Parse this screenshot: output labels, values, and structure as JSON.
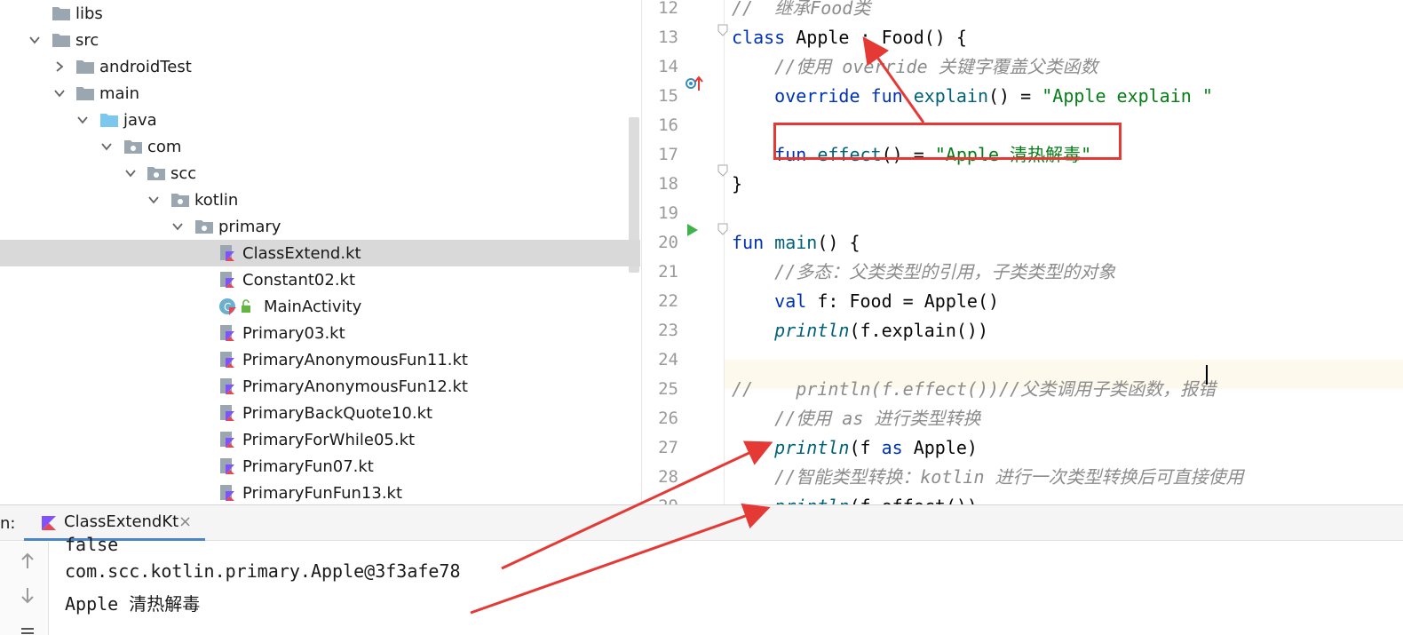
{
  "project_tree": {
    "items": [
      {
        "label": "libs",
        "type": "folder"
      },
      {
        "label": "src",
        "type": "folder"
      },
      {
        "label": "androidTest",
        "type": "folder"
      },
      {
        "label": "main",
        "type": "folder"
      },
      {
        "label": "java",
        "type": "source-folder"
      },
      {
        "label": "com",
        "type": "package"
      },
      {
        "label": "scc",
        "type": "package"
      },
      {
        "label": "kotlin",
        "type": "package"
      },
      {
        "label": "primary",
        "type": "package"
      },
      {
        "label": "ClassExtend.kt",
        "type": "kotlin-file"
      },
      {
        "label": "Constant02.kt",
        "type": "kotlin-file"
      },
      {
        "label": "MainActivity",
        "type": "kotlin-class"
      },
      {
        "label": "Primary03.kt",
        "type": "kotlin-file"
      },
      {
        "label": "PrimaryAnonymousFun11.kt",
        "type": "kotlin-file"
      },
      {
        "label": "PrimaryAnonymousFun12.kt",
        "type": "kotlin-file"
      },
      {
        "label": "PrimaryBackQuote10.kt",
        "type": "kotlin-file"
      },
      {
        "label": "PrimaryForWhile05.kt",
        "type": "kotlin-file"
      },
      {
        "label": "PrimaryFun07.kt",
        "type": "kotlin-file"
      },
      {
        "label": "PrimaryFunFun13.kt",
        "type": "kotlin-file"
      }
    ]
  },
  "editor": {
    "lines": [
      {
        "no": "12",
        "tokens": [
          {
            "t": "//  继承Food类",
            "c": "cm"
          }
        ]
      },
      {
        "no": "13",
        "tokens": [
          {
            "t": "class",
            "c": "kw"
          },
          {
            "t": " Apple : Food() {",
            "c": ""
          }
        ]
      },
      {
        "no": "14",
        "tokens": [
          {
            "t": "    //使用 override 关键字覆盖父类函数",
            "c": "cm"
          }
        ]
      },
      {
        "no": "15",
        "tokens": [
          {
            "t": "    ",
            "c": ""
          },
          {
            "t": "override",
            "c": "kw"
          },
          {
            "t": " ",
            "c": ""
          },
          {
            "t": "fun",
            "c": "kw"
          },
          {
            "t": " ",
            "c": ""
          },
          {
            "t": "explain",
            "c": "fn"
          },
          {
            "t": "() = ",
            "c": ""
          },
          {
            "t": "\"Apple explain \"",
            "c": "str"
          }
        ]
      },
      {
        "no": "16",
        "tokens": []
      },
      {
        "no": "17",
        "tokens": [
          {
            "t": "    ",
            "c": ""
          },
          {
            "t": "fun",
            "c": "kw"
          },
          {
            "t": " ",
            "c": ""
          },
          {
            "t": "effect",
            "c": "fn"
          },
          {
            "t": "() = ",
            "c": ""
          },
          {
            "t": "\"Apple 清热解毒\"",
            "c": "str"
          }
        ]
      },
      {
        "no": "18",
        "tokens": [
          {
            "t": "}",
            "c": ""
          }
        ]
      },
      {
        "no": "19",
        "tokens": []
      },
      {
        "no": "20",
        "tokens": [
          {
            "t": "fun",
            "c": "kw"
          },
          {
            "t": " ",
            "c": ""
          },
          {
            "t": "main",
            "c": "fn"
          },
          {
            "t": "() {",
            "c": ""
          }
        ]
      },
      {
        "no": "21",
        "tokens": [
          {
            "t": "    //多态：父类类型的引用，子类类型的对象",
            "c": "cm"
          }
        ]
      },
      {
        "no": "22",
        "tokens": [
          {
            "t": "    ",
            "c": ""
          },
          {
            "t": "val",
            "c": "kw"
          },
          {
            "t": " f: Food = Apple()",
            "c": ""
          }
        ]
      },
      {
        "no": "23",
        "tokens": [
          {
            "t": "    ",
            "c": ""
          },
          {
            "t": "println",
            "c": "fi"
          },
          {
            "t": "(f.explain())",
            "c": ""
          }
        ]
      },
      {
        "no": "24",
        "tokens": []
      },
      {
        "no": "25",
        "tokens": [
          {
            "t": "//    println(f.effect())//父类调用子类函数，报错",
            "c": "cm"
          }
        ]
      },
      {
        "no": "26",
        "tokens": [
          {
            "t": "    //使用 as 进行类型转换",
            "c": "cm"
          }
        ]
      },
      {
        "no": "27",
        "tokens": [
          {
            "t": "    ",
            "c": ""
          },
          {
            "t": "println",
            "c": "fi"
          },
          {
            "t": "(f ",
            "c": ""
          },
          {
            "t": "as",
            "c": "kw"
          },
          {
            "t": " Apple)",
            "c": ""
          }
        ]
      },
      {
        "no": "28",
        "tokens": [
          {
            "t": "    //智能类型转换：kotlin 进行一次类型转换后可直接使用",
            "c": "cm"
          }
        ]
      },
      {
        "no": "29",
        "tokens": [
          {
            "t": "    ",
            "c": ""
          },
          {
            "t": "println",
            "c": "fi"
          },
          {
            "t": "(f.effect())",
            "c": ""
          }
        ]
      }
    ]
  },
  "run_panel": {
    "label": "n:",
    "tab_label": "ClassExtendKt",
    "close_glyph": "×",
    "output": [
      "false",
      "com.scc.kotlin.primary.Apple@3f3afe78",
      "Apple 清热解毒"
    ]
  },
  "colors": {
    "annotation_red": "#e53935",
    "keyword": "#0033b3",
    "string": "#067d17",
    "comment": "#8c8c8c",
    "function": "#00627a",
    "selection": "#d9d9d9",
    "tab_underline": "#4a86c7"
  }
}
